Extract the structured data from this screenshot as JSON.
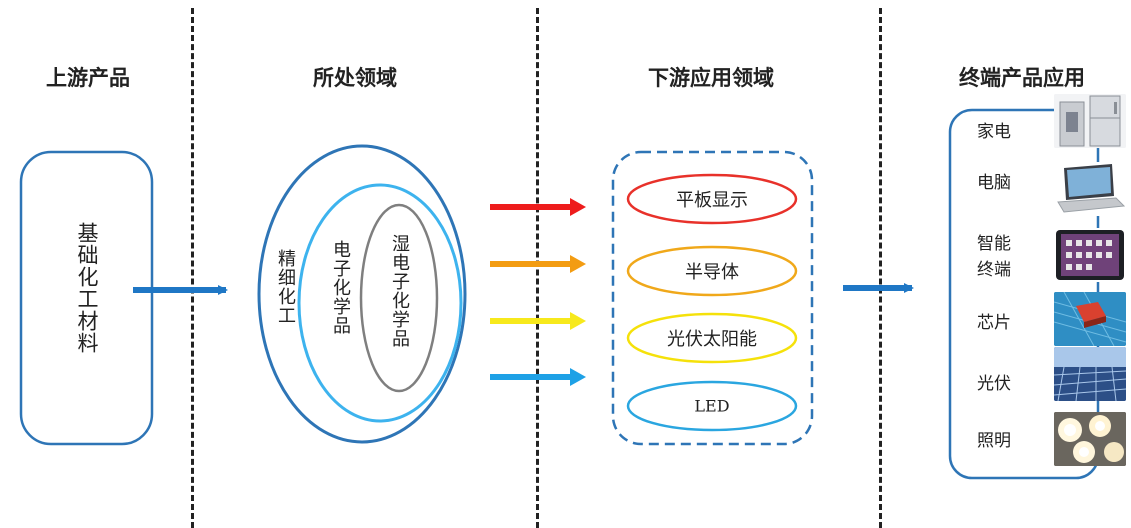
{
  "columns": {
    "upstream": "上游产品",
    "field": "所处领域",
    "downstream": "下游应用领域",
    "terminal": "终端产品应用"
  },
  "upstream_box": "基础化工材料",
  "field_rings": {
    "outer": "精细化工",
    "middle": "电子化学品",
    "inner": "湿电子化学品"
  },
  "downstream_items": [
    {
      "label": "平板显示",
      "color": "#e8312a"
    },
    {
      "label": "半导体",
      "color": "#f0a81a"
    },
    {
      "label": "光伏太阳能",
      "color": "#f5e10a"
    },
    {
      "label": "LED",
      "color": "#2aa6e0"
    }
  ],
  "arrow_colors": [
    "#ee1c1c",
    "#f39c12",
    "#f7e91c",
    "#1ea1e6"
  ],
  "terminal_items": [
    {
      "label": "家电",
      "icon": "appliance-photo"
    },
    {
      "label": "电脑",
      "icon": "laptop-photo"
    },
    {
      "label": "智能终端",
      "line1": "智能",
      "line2": "终端",
      "icon": "tablet-photo"
    },
    {
      "label": "芯片",
      "icon": "chip-photo"
    },
    {
      "label": "光伏",
      "icon": "solar-panel-photo"
    },
    {
      "label": "照明",
      "icon": "lighting-photo"
    }
  ],
  "colors": {
    "blue_main": "#2e75b6",
    "blue_light": "#3db3ee",
    "grey_ring": "#7f7f7f",
    "arrow_blue": "#1f77c5"
  }
}
